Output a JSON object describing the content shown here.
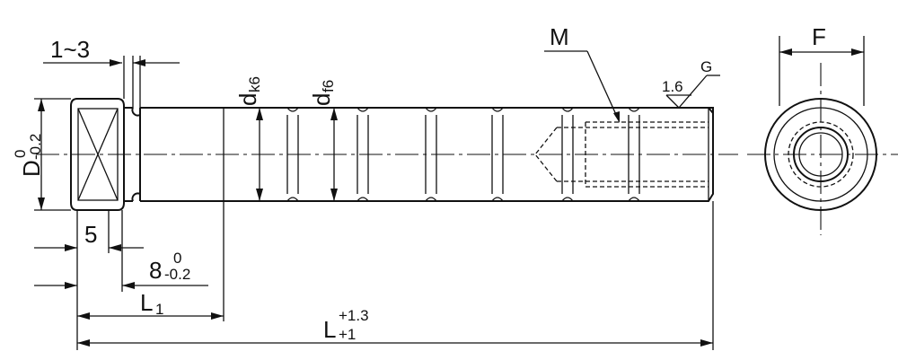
{
  "labels": {
    "range_1_3": "1~3",
    "dia_D": "D",
    "dia_D_tol_upper": "0",
    "dia_D_tol_lower": "-0.2",
    "dim_5": "5",
    "dim_8": "8",
    "dim_8_tol_upper": "0",
    "dim_8_tol_lower": "-0.2",
    "L1_main": "L",
    "L1_sub": "1",
    "L_main": "L",
    "L_tol_upper": "+1.3",
    "L_tol_lower": "+1",
    "dk6_main": "d",
    "dk6_sub": "k6",
    "df6_main": "d",
    "df6_sub": "f6",
    "thread_M": "M",
    "roughness_value": "1.6",
    "roughness_grade": "G",
    "width_F": "F"
  }
}
